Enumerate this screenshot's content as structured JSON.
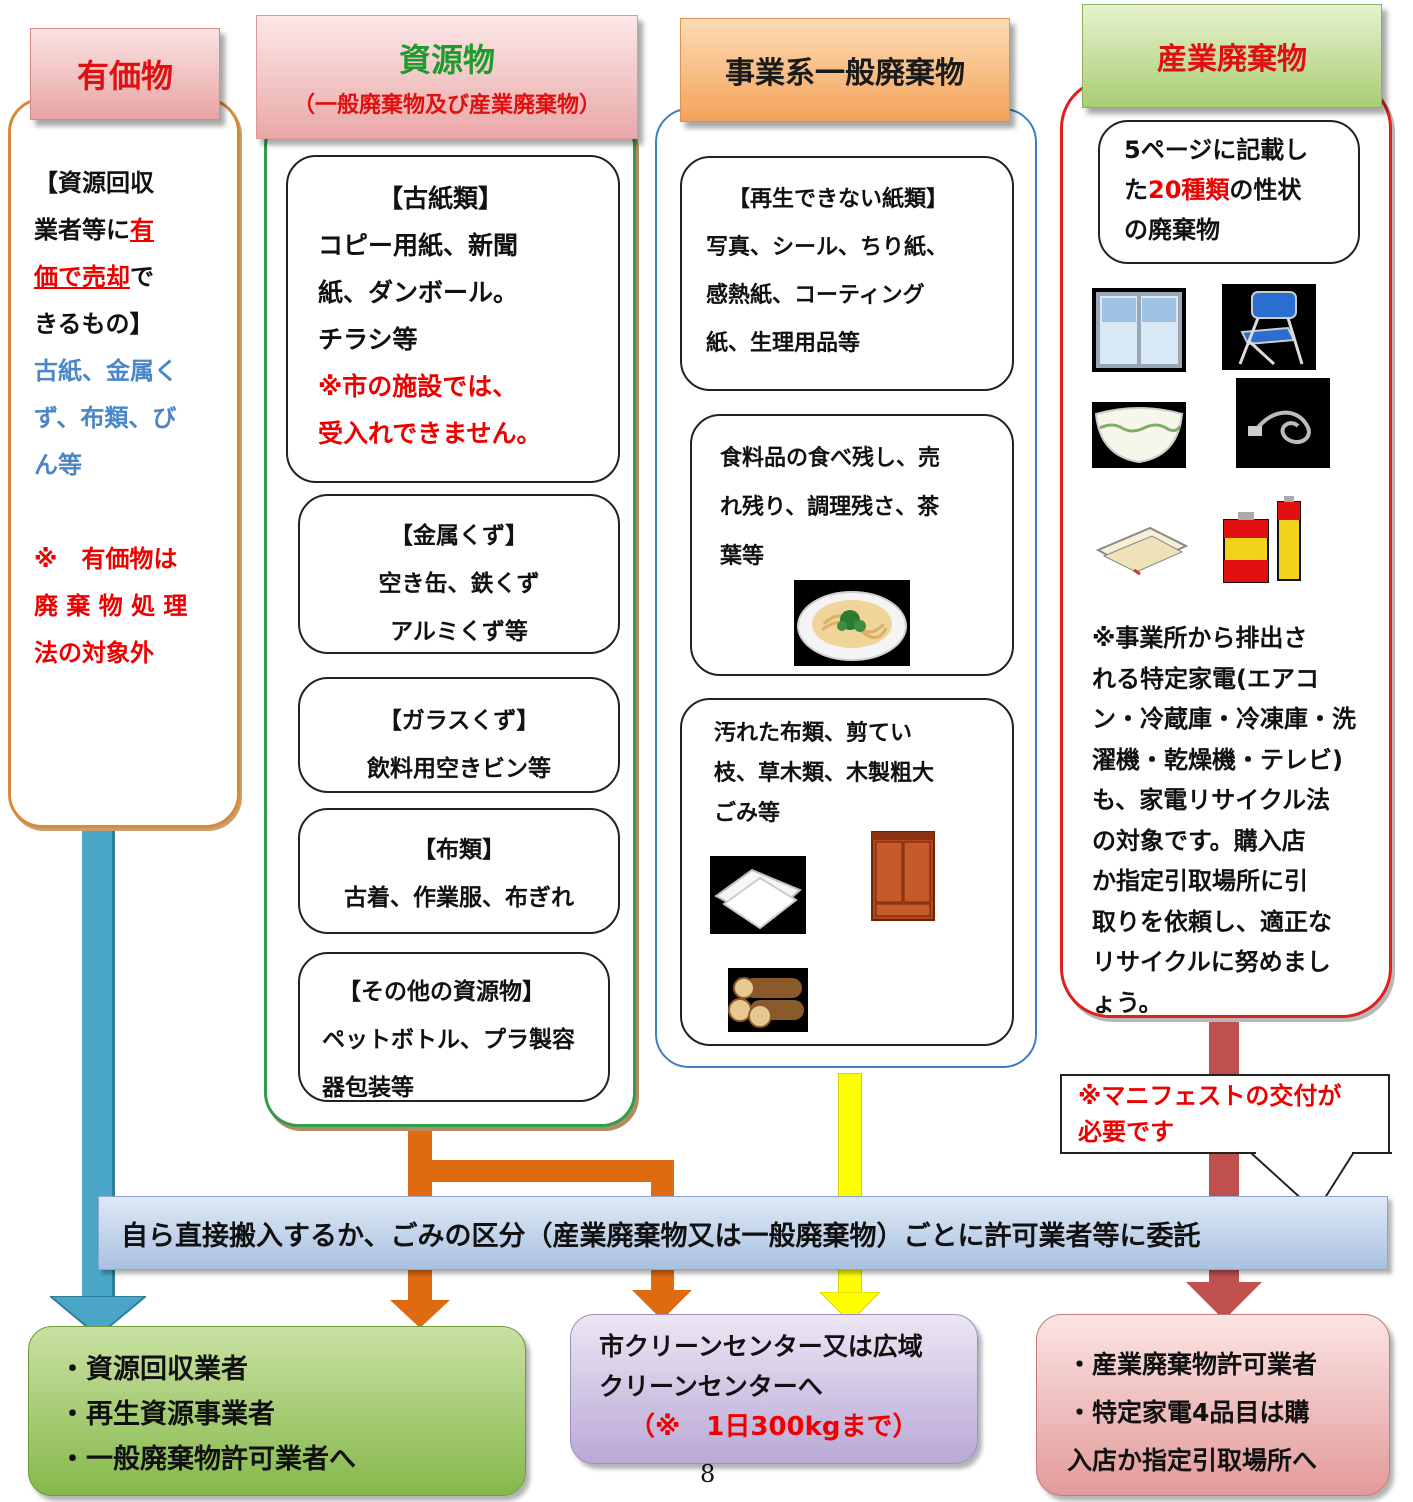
{
  "colors": {
    "valuables_border": "#d8893a",
    "resources_border": "#2e9e49",
    "business_border": "#3a7fc4",
    "industrial_border": "#e0201a",
    "blue_arrow": "#4aa6c6",
    "orange_arrow": "#e06a10",
    "yellow_arrow": "#ffff00",
    "red_arrow": "#c0504d",
    "green_box": "#8fbf4f",
    "purple_box": "#c5b8dc",
    "pink_box": "#e8a0a0"
  },
  "headers": {
    "valuables": "有価物",
    "resources_title": "資源物",
    "resources_sub": "（一般廃棄物及び産業廃棄物）",
    "business": "事業系一般廃棄物",
    "industrial": "産業廃棄物"
  },
  "valuables": {
    "line1": "【資源回収",
    "line2a": "業者等に",
    "line2b": "有",
    "line3a": "価で売却",
    "line3b": "で",
    "line4": "きるもの】",
    "examples": [
      "古紙、金属く",
      "ず、布類、び",
      "ん等"
    ],
    "note": [
      "※　有価物は",
      "廃 棄 物 処 理",
      "法の対象外"
    ]
  },
  "resources": {
    "paper": {
      "title": "【古紙類】",
      "lines": [
        "コピー用紙、新聞",
        "紙、ダンボール。",
        "チラシ等"
      ],
      "note": [
        "※市の施設では、",
        "受入れできません。"
      ]
    },
    "metal": {
      "title": "【金属くず】",
      "lines": [
        "空き缶、鉄くず",
        "アルミくず等"
      ]
    },
    "glass": {
      "title": "【ガラスくず】",
      "lines": [
        "飲料用空きビン等"
      ]
    },
    "cloth": {
      "title": "【布類】",
      "lines": [
        "古着、作業服、布ぎれ"
      ]
    },
    "other": {
      "title": "【その他の資源物】",
      "lines": [
        "ペットボトル、プラ製容",
        "器包装等"
      ]
    }
  },
  "business": {
    "paper": {
      "title": "【再生できない紙類】",
      "lines": [
        "写真、シール、ちり紙、",
        "感熱紙、コーティング",
        "紙、生理用品等"
      ]
    },
    "food": {
      "lines": [
        "食料品の食べ残し、売",
        "れ残り、調理残さ、茶",
        "葉等"
      ]
    },
    "misc": {
      "lines": [
        "汚れた布類、剪てい",
        "枝、草木類、木製粗大",
        "ごみ等"
      ]
    }
  },
  "industrial": {
    "ref_line1": "5ページに記載し",
    "ref_line2a": "た",
    "ref_line2b": "20種類",
    "ref_line2c": "の性状",
    "ref_line3": "の廃棄物",
    "note": [
      "※事業所から排出さ",
      "れる特定家電(エアコ",
      "ン・冷蔵庫・冷凍庫・洗",
      "濯機・乾燥機・テレビ)",
      "も、家電リサイクル法",
      "の対象です。購入店",
      "か指定引取場所に引",
      "取りを依頼し、適正な",
      "リサイクルに努めまし",
      "ょう。"
    ]
  },
  "manifest": [
    "※マニフェストの交付が",
    "必要です"
  ],
  "banner": "自ら直接搬入するか、ごみの区分（産業廃棄物又は一般廃棄物）ごとに許可業者等に委託",
  "destinations": {
    "green": [
      "・資源回収業者",
      "・再生資源事業者",
      "・一般廃棄物許可業者へ"
    ],
    "purple": [
      "市クリーンセンター又は広域",
      "クリーンセンターへ"
    ],
    "purple_note": "（※　1日300kgまで）",
    "pink": [
      "・産業廃棄物許可業者",
      "・特定家電4品目は購",
      "入店か指定引取場所へ"
    ]
  },
  "page_number": "8"
}
